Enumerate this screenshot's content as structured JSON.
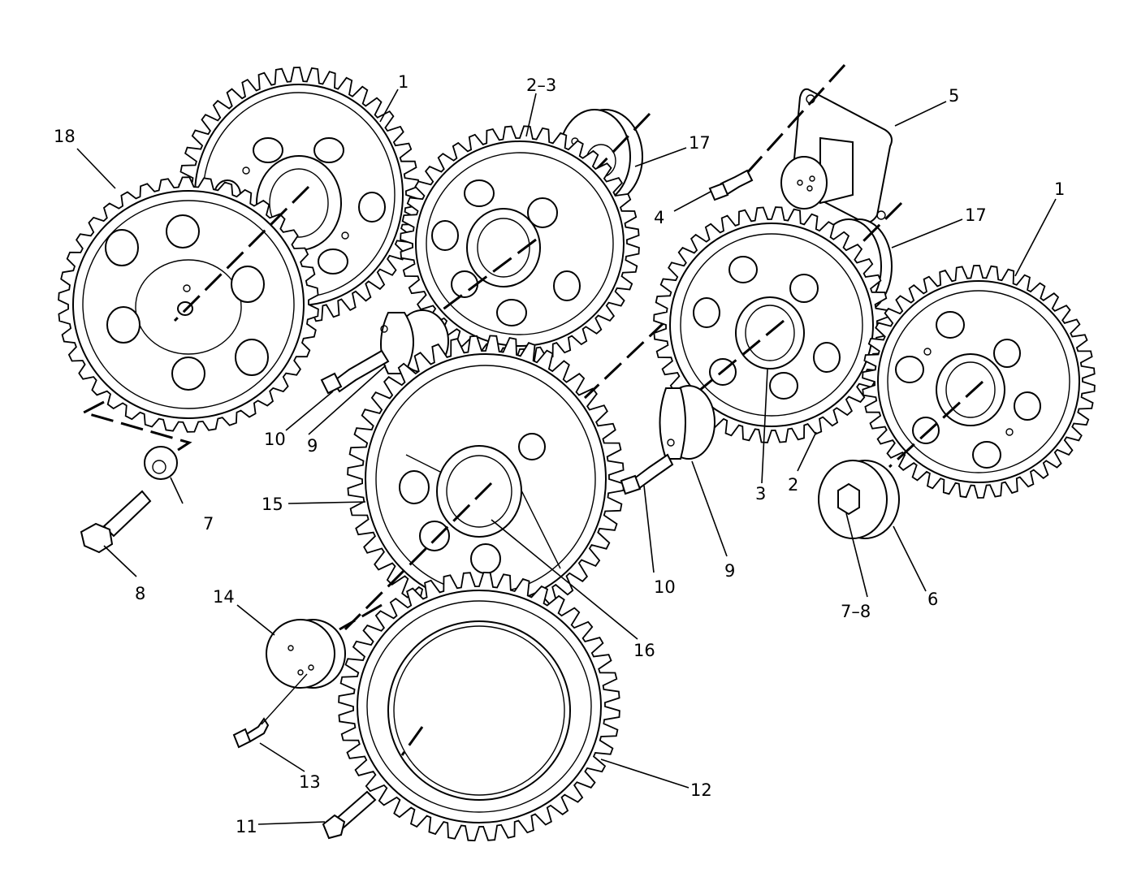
{
  "callouts": [
    {
      "id": "c1a",
      "text": "1"
    },
    {
      "id": "c23",
      "text": "2–3"
    },
    {
      "id": "c18",
      "text": "18"
    },
    {
      "id": "c17a",
      "text": "17"
    },
    {
      "id": "c5",
      "text": "5"
    },
    {
      "id": "c4",
      "text": "4"
    },
    {
      "id": "c17b",
      "text": "17"
    },
    {
      "id": "c1b",
      "text": "1"
    },
    {
      "id": "c10a",
      "text": "10"
    },
    {
      "id": "c9a",
      "text": "9"
    },
    {
      "id": "c7",
      "text": "7"
    },
    {
      "id": "c8",
      "text": "8"
    },
    {
      "id": "c15",
      "text": "15"
    },
    {
      "id": "c3",
      "text": "3"
    },
    {
      "id": "c2",
      "text": "2"
    },
    {
      "id": "c10b",
      "text": "10"
    },
    {
      "id": "c9b",
      "text": "9"
    },
    {
      "id": "c78",
      "text": "7–8"
    },
    {
      "id": "c6",
      "text": "6"
    },
    {
      "id": "c14",
      "text": "14"
    },
    {
      "id": "c16",
      "text": "16"
    },
    {
      "id": "c13",
      "text": "13"
    },
    {
      "id": "c12",
      "text": "12"
    },
    {
      "id": "c11",
      "text": "11"
    }
  ]
}
